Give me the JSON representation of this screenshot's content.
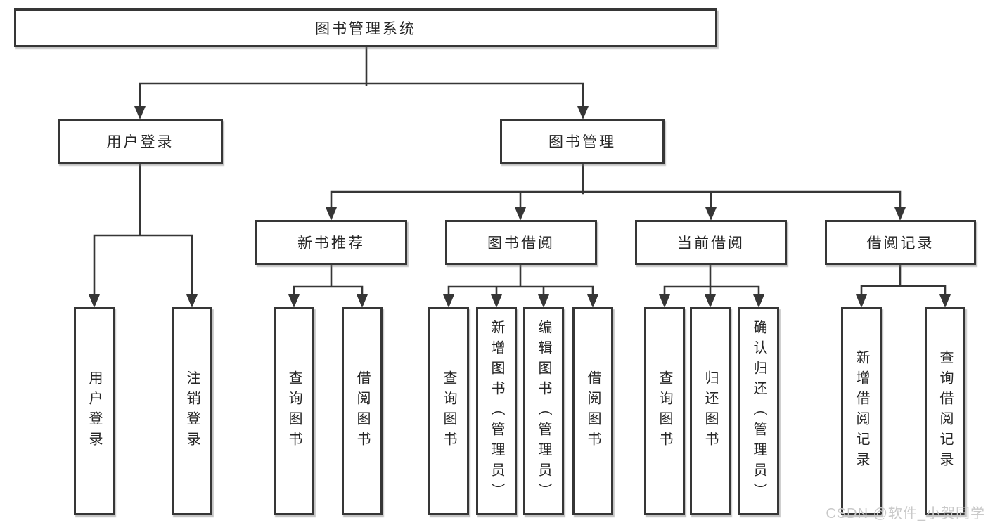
{
  "colors": {
    "line": "#363636",
    "box_border": "#363636",
    "box_fill": "#ffffff",
    "text": "#262626",
    "watermark": "#c9c9c9",
    "background": "#ffffff"
  },
  "watermark": {
    "text": "CSDN @软件_小贺同学"
  },
  "tree": {
    "label": "图书管理系统",
    "children": [
      {
        "label": "用户登录",
        "children": [
          {
            "label": "用户登录"
          },
          {
            "label": "注销登录"
          }
        ]
      },
      {
        "label": "图书管理",
        "children": [
          {
            "label": "新书推荐",
            "children": [
              {
                "label": "查询图书"
              },
              {
                "label": "借阅图书"
              }
            ]
          },
          {
            "label": "图书借阅",
            "children": [
              {
                "label": "查询图书"
              },
              {
                "label": "新增图书（管理员）"
              },
              {
                "label": "编辑图书（管理员）"
              },
              {
                "label": "借阅图书"
              }
            ]
          },
          {
            "label": "当前借阅",
            "children": [
              {
                "label": "查询图书"
              },
              {
                "label": "归还图书"
              },
              {
                "label": "确认归还（管理员）"
              }
            ]
          },
          {
            "label": "借阅记录",
            "children": [
              {
                "label": "新增借阅记录"
              },
              {
                "label": "查询借阅记录"
              }
            ]
          }
        ]
      }
    ]
  }
}
